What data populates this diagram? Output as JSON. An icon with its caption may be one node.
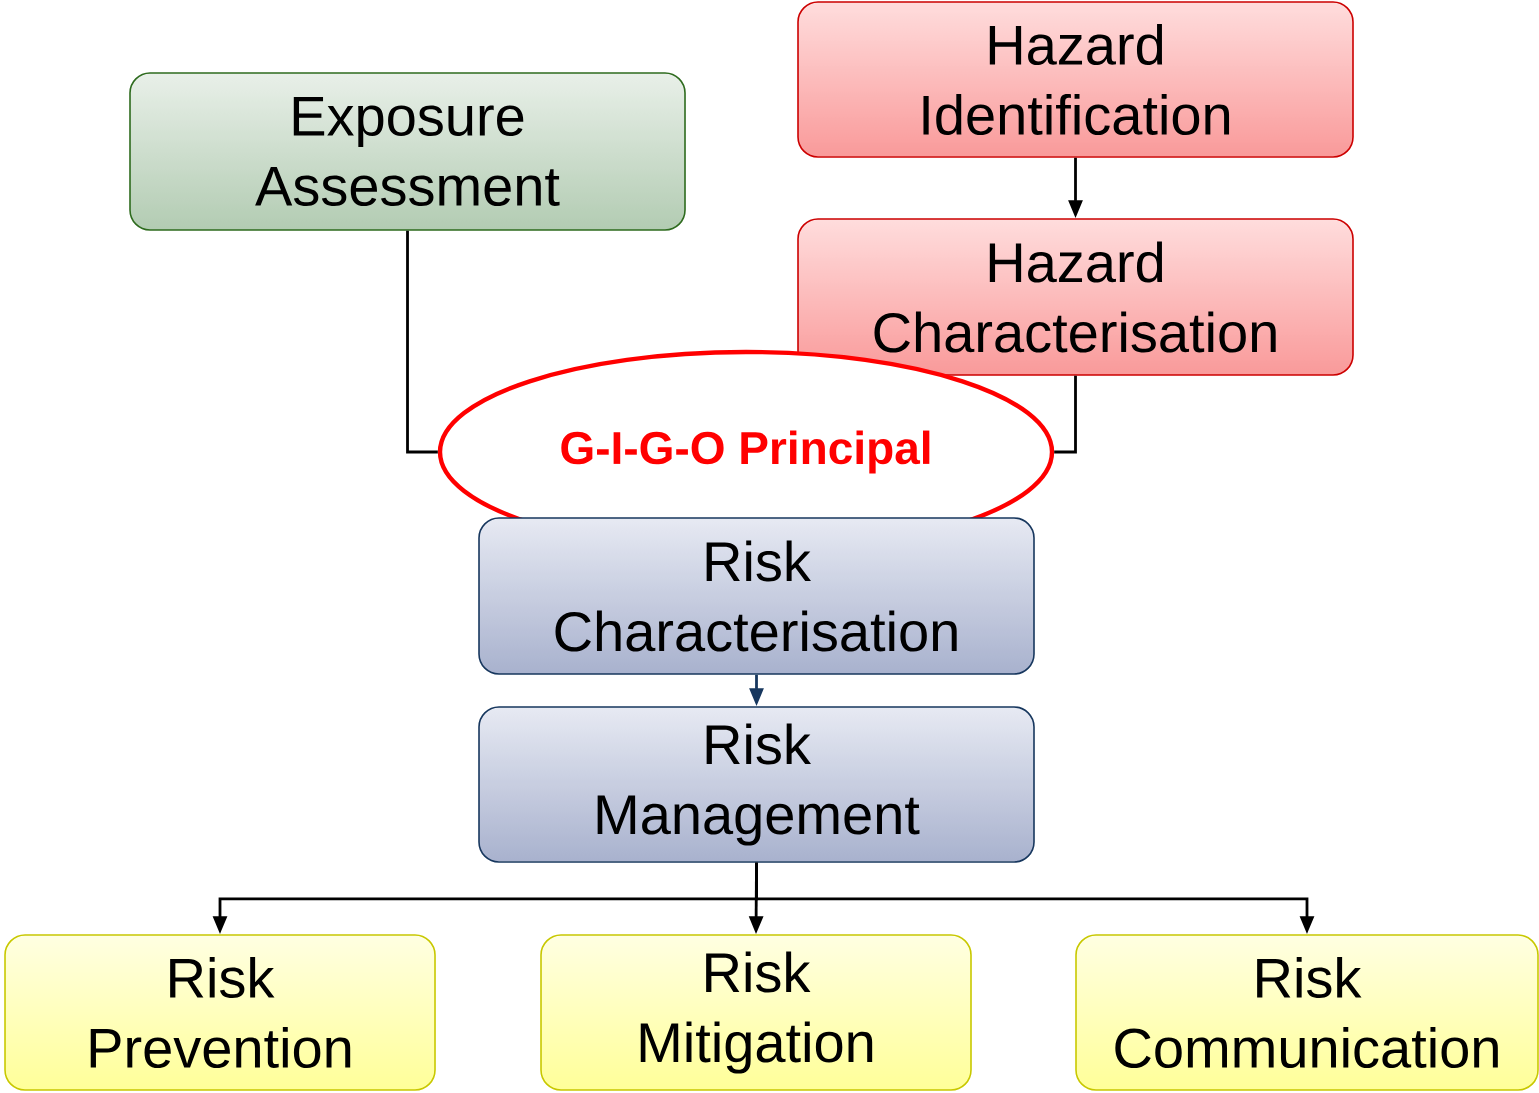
{
  "diagram": {
    "nodes": [
      {
        "text": [
          "Exposure Assessment"
        ]
      },
      {
        "text": [
          "Hazard Identification"
        ]
      },
      {
        "text": [
          "Hazard Characterisation"
        ]
      },
      {
        "text": [
          "G-I-G-O Principal"
        ]
      },
      {
        "text": [
          "Risk Characterisation"
        ]
      },
      {
        "text": [
          "Risk Management"
        ]
      },
      {
        "text": [
          "Risk Prevention"
        ]
      },
      {
        "text": [
          "Risk Mitigation"
        ]
      },
      {
        "text": [
          "Risk Communication"
        ]
      }
    ],
    "edges": [
      {
        "from": 0,
        "to": 3,
        "arrow": "none"
      },
      {
        "from": 1,
        "to": 2,
        "arrow": "to"
      },
      {
        "from": 2,
        "to": 3,
        "arrow": "none"
      },
      {
        "from": 4,
        "to": 5,
        "arrow": "to",
        "color": "#17375e"
      },
      {
        "from": 5,
        "to": 6,
        "arrow": "to"
      },
      {
        "from": 5,
        "to": 7,
        "arrow": "to"
      },
      {
        "from": 5,
        "to": 8,
        "arrow": "to"
      }
    ]
  }
}
